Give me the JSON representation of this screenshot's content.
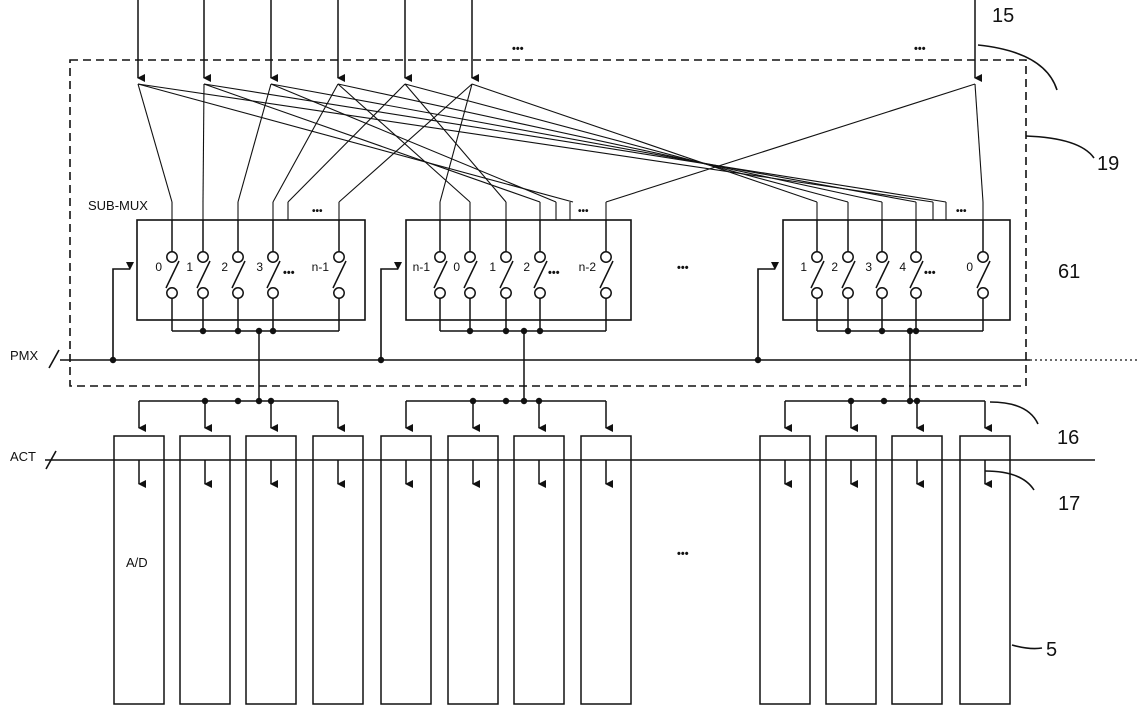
{
  "labels": {
    "sub_mux": "SUB-MUX",
    "pmx": "PMX",
    "act": "ACT",
    "ad": "A/D",
    "ellipsis": "•••"
  },
  "reference_numerals": {
    "r15": "15",
    "r19": "19",
    "r61": "61",
    "r16": "16",
    "r17": "17",
    "r5": "5"
  },
  "mux_blocks": [
    {
      "switch_labels": [
        "0",
        "1",
        "2",
        "3",
        "n-1"
      ]
    },
    {
      "switch_labels": [
        "n-1",
        "0",
        "1",
        "2",
        "n-2"
      ]
    },
    {
      "switch_labels": [
        "1",
        "2",
        "3",
        "4",
        "0"
      ]
    }
  ]
}
